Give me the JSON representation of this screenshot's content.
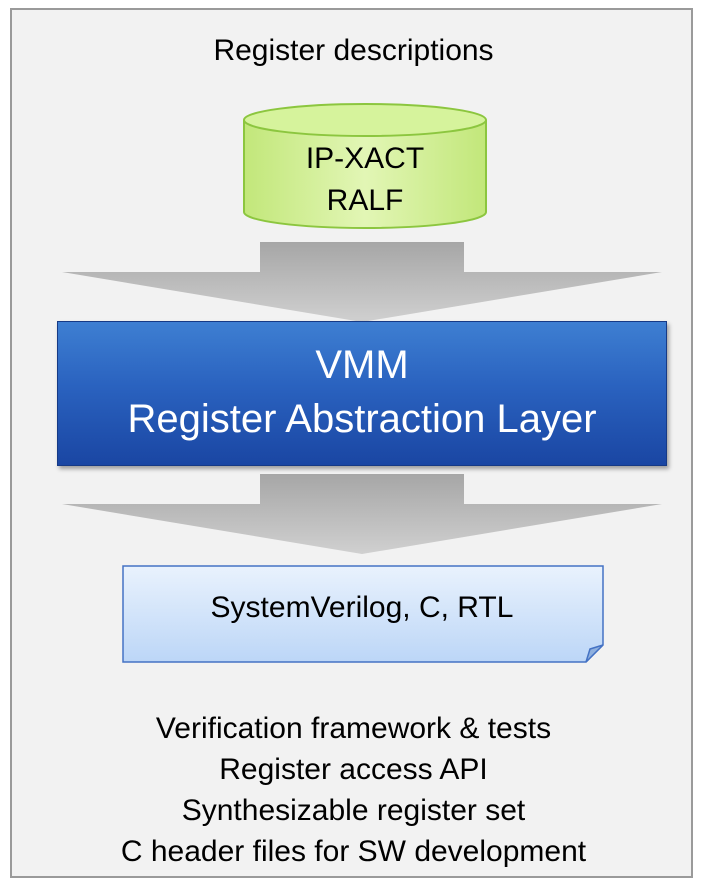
{
  "title": "Register descriptions",
  "database": {
    "line1": "IP-XACT",
    "line2": "RALF"
  },
  "layer": {
    "line1": "VMM",
    "line2": "Register Abstraction Layer"
  },
  "output_doc": "SystemVerilog, C, RTL",
  "outputs": [
    "Verification framework & tests",
    "Register access API",
    "Synthesizable register set",
    "C header files for SW development"
  ],
  "colors": {
    "frame_bg": "#f2f2f2",
    "frame_border": "#9a9a9a",
    "cylinder_fill": "#cdee8f",
    "cylinder_border": "#8cc63f",
    "layer_fill": "#2a62bf",
    "doc_fill": "#d4e6fb",
    "doc_border": "#4472c4",
    "arrow_fill": "#b3b3b3"
  }
}
